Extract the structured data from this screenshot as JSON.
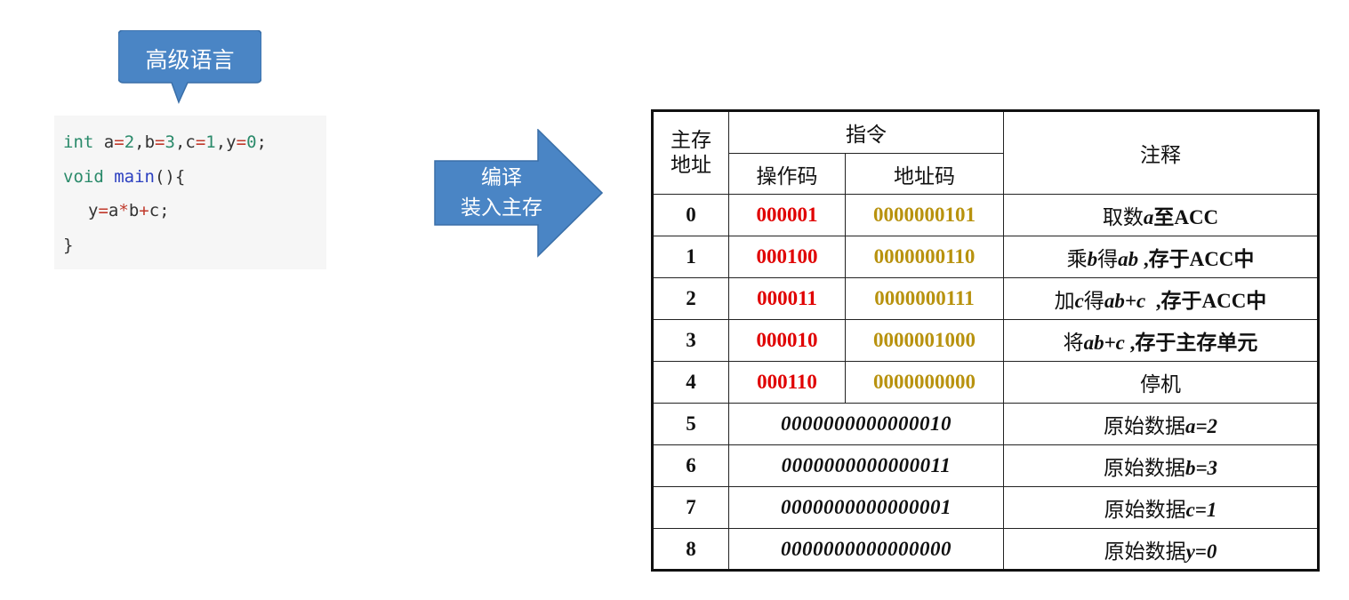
{
  "bubble": {
    "label": "高级语言"
  },
  "code": {
    "line1": {
      "kw": "int",
      "a": "a",
      "eq1": "=",
      "v1": "2",
      "c1": ",b",
      "eq2": "=",
      "v2": "3",
      "c2": ",c",
      "eq3": "=",
      "v3": "1",
      "c3": ",y",
      "eq4": "=",
      "v4": "0",
      "end": ";"
    },
    "line2": {
      "kw": "void",
      "fn": "main",
      "rest": "(){"
    },
    "line3": {
      "text1": "y",
      "eq": "=",
      "text2": "a",
      "op1": "*",
      "text3": "b",
      "op2": "+",
      "text4": "c;"
    },
    "line4": {
      "text": "}"
    }
  },
  "arrow": {
    "line1": "编译",
    "line2": "装入主存"
  },
  "table": {
    "header": {
      "address_line1": "主存",
      "address_line2": "地址",
      "instruction": "指令",
      "opcode": "操作码",
      "addrcode": "地址码",
      "note": "注释"
    },
    "instruction_rows": [
      {
        "address": "0",
        "opcode": "000001",
        "addrcode": "0000000101",
        "note_pre": "取数",
        "note_var": "a",
        "note_post": "至ACC"
      },
      {
        "address": "1",
        "opcode": "000100",
        "addrcode": "0000000110",
        "note_pre": "乘",
        "note_var": "b",
        "note_mid": "得",
        "note_var2": "ab",
        "note_post": " ,存于ACC中"
      },
      {
        "address": "2",
        "opcode": "000011",
        "addrcode": "0000000111",
        "note_pre": "加",
        "note_var": "c",
        "note_mid": "得",
        "note_var2": "ab+c",
        "note_post": "  ,存于ACC中"
      },
      {
        "address": "3",
        "opcode": "000010",
        "addrcode": "0000001000",
        "note_pre": "将",
        "note_var": "ab+c",
        "note_post": " ,存于主存单元"
      },
      {
        "address": "4",
        "opcode": "000110",
        "addrcode": "0000000000",
        "note_pre": "停机"
      }
    ],
    "data_rows": [
      {
        "address": "5",
        "data": "0000000000000010",
        "note_pre": "原始数据",
        "note_var": "a=2"
      },
      {
        "address": "6",
        "data": "0000000000000011",
        "note_pre": "原始数据",
        "note_var": "b=3"
      },
      {
        "address": "7",
        "data": "0000000000000001",
        "note_pre": "原始数据",
        "note_var": "c=1"
      },
      {
        "address": "8",
        "data": "0000000000000000",
        "note_pre": "原始数据",
        "note_var": "y=0"
      }
    ]
  },
  "colors": {
    "bubble_fill": "#4a85c5",
    "arrow_fill": "#4a85c5",
    "opcode": "#e00000",
    "addrcode": "#b8920e"
  }
}
